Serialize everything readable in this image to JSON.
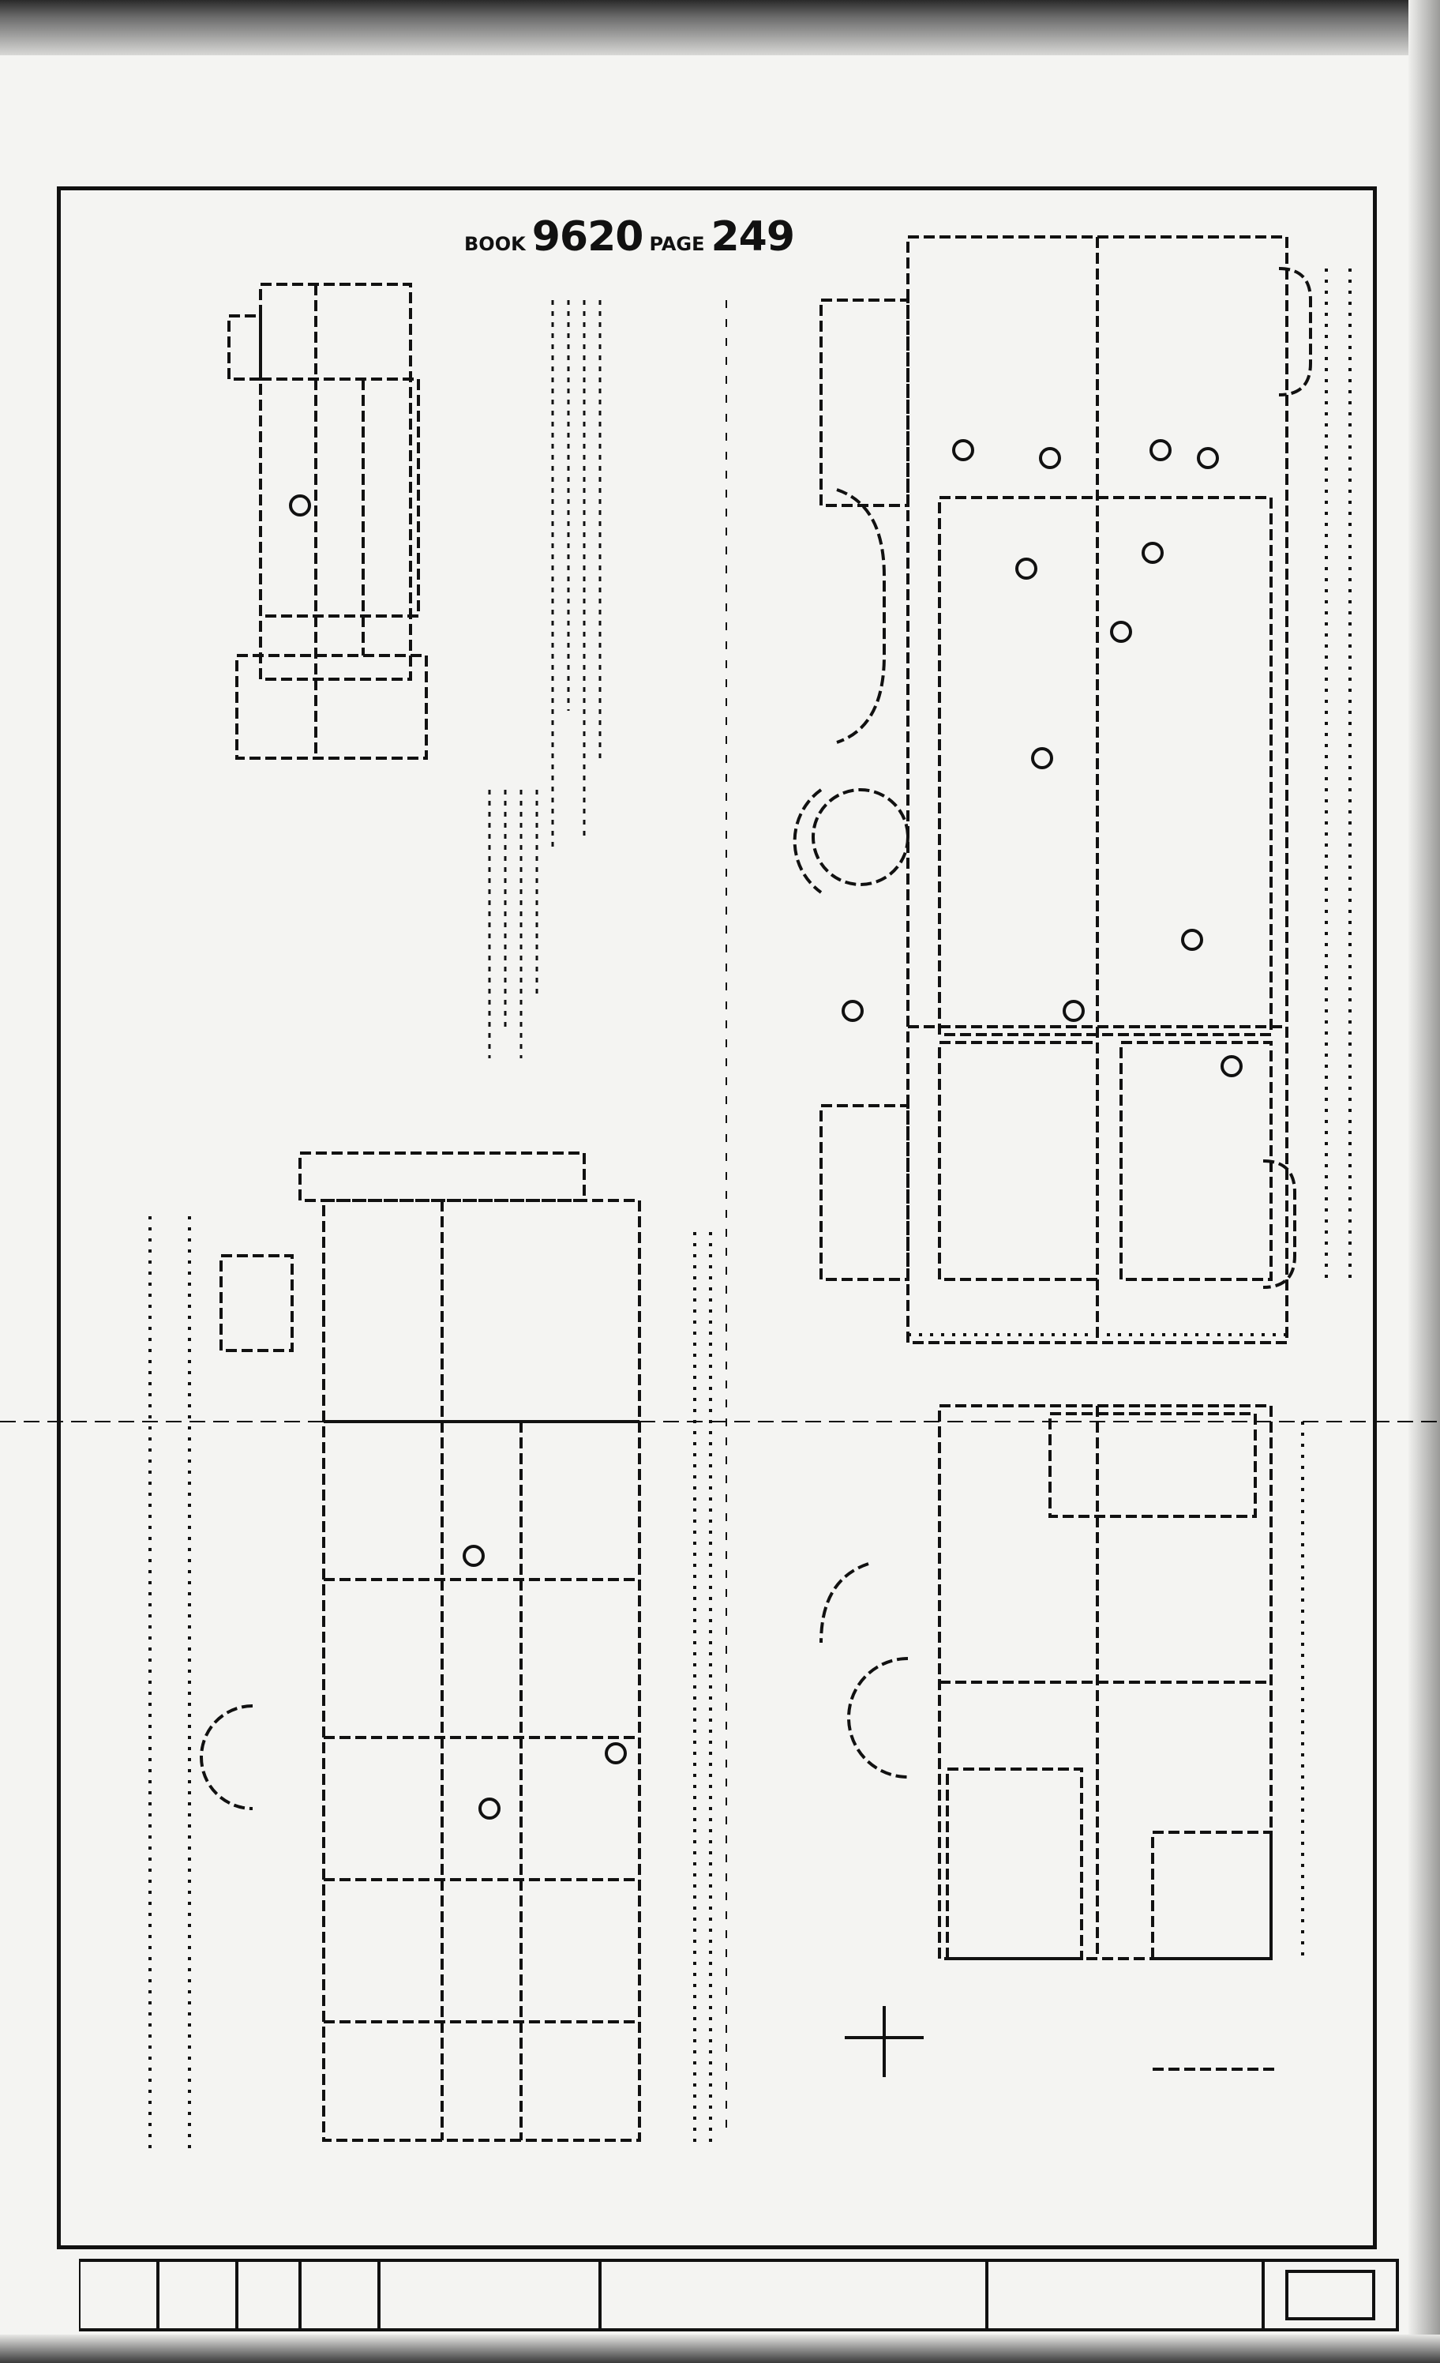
{
  "book_reference": {
    "book_label": "BOOK",
    "book_number": "9620",
    "page_label": "PAGE",
    "page_number": "249"
  },
  "colors": {
    "paper": "#f4f4f2",
    "ink": "#111111"
  }
}
